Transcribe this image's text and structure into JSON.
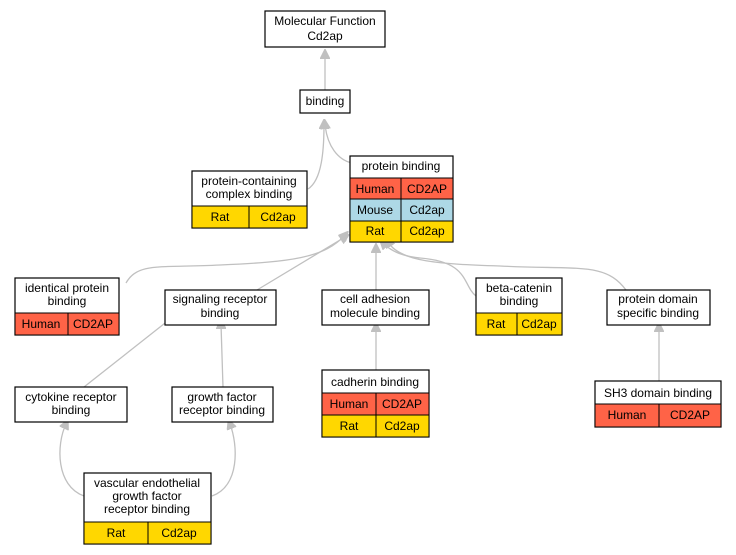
{
  "colors": {
    "human": "#ff6347",
    "mouse": "#add8e6",
    "rat": "#ffd700",
    "edge": "#c0c0c0"
  },
  "nodes": {
    "mf": {
      "lines": [
        "Molecular Function",
        "Cd2ap"
      ]
    },
    "binding": {
      "lines": [
        "binding"
      ]
    },
    "pccb": {
      "lines": [
        "protein-containing",
        "complex binding"
      ],
      "rows": [
        {
          "species": "Rat",
          "gene": "Cd2ap"
        }
      ]
    },
    "pb": {
      "lines": [
        "protein binding"
      ],
      "rows": [
        {
          "species": "Human",
          "gene": "CD2AP"
        },
        {
          "species": "Mouse",
          "gene": "Cd2ap"
        },
        {
          "species": "Rat",
          "gene": "Cd2ap"
        }
      ]
    },
    "ipb": {
      "lines": [
        "identical protein",
        "binding"
      ],
      "rows": [
        {
          "species": "Human",
          "gene": "CD2AP"
        }
      ]
    },
    "srb": {
      "lines": [
        "signaling receptor",
        "binding"
      ]
    },
    "camb": {
      "lines": [
        "cell adhesion",
        "molecule binding"
      ]
    },
    "bcb": {
      "lines": [
        "beta-catenin",
        "binding"
      ],
      "rows": [
        {
          "species": "Rat",
          "gene": "Cd2ap"
        }
      ]
    },
    "pdsb": {
      "lines": [
        "protein domain",
        "specific binding"
      ]
    },
    "crb": {
      "lines": [
        "cytokine receptor",
        "binding"
      ]
    },
    "gfrb": {
      "lines": [
        "growth factor",
        "receptor binding"
      ]
    },
    "cadb": {
      "lines": [
        "cadherin binding"
      ],
      "rows": [
        {
          "species": "Human",
          "gene": "CD2AP"
        },
        {
          "species": "Rat",
          "gene": "Cd2ap"
        }
      ]
    },
    "sh3": {
      "lines": [
        "SH3 domain binding"
      ],
      "rows": [
        {
          "species": "Human",
          "gene": "CD2AP"
        }
      ]
    },
    "vegf": {
      "lines": [
        "vascular endothelial",
        "growth factor",
        "receptor binding"
      ],
      "rows": [
        {
          "species": "Rat",
          "gene": "Cd2ap"
        }
      ]
    }
  }
}
